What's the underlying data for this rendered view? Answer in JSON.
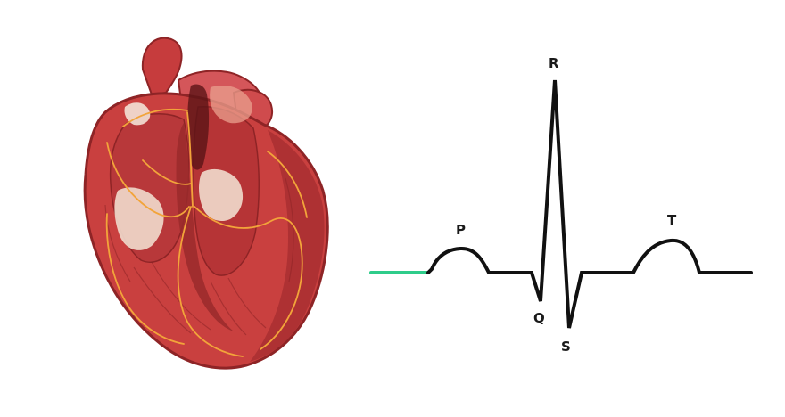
{
  "diagram": {
    "wave_labels": {
      "p": "P",
      "q": "Q",
      "r": "R",
      "s": "S",
      "t": "T"
    },
    "colors": {
      "background": "#ffffff",
      "trace": "#111111",
      "trace_progress": "#2ecc8a",
      "heart_muscle": "#c9403f",
      "heart_shadow": "#8e2426",
      "heart_highlight": "#e9a08f",
      "conduction_pathway": "#f2a43a",
      "valve_tissue": "#f1dccd"
    },
    "icons": {
      "heart": "anatomical-heart-icon"
    }
  }
}
